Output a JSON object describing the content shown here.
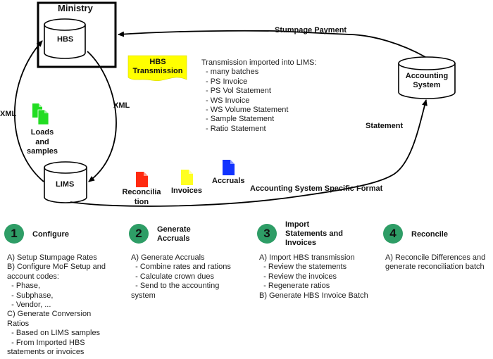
{
  "diagram": {
    "ministry_label": "Ministry",
    "nodes": {
      "hbs": "HBS",
      "lims": "LIMS",
      "accounting": [
        "Accounting",
        "System"
      ]
    },
    "hbs_transmission": [
      "HBS",
      "Transmission"
    ],
    "hbs_transmission_color": "#ffff00",
    "transmission_note": {
      "title": "Transmission imported into LIMS:",
      "items": [
        "- many batches",
        "- PS Invoice",
        "- PS Vol Statement",
        "- WS Invoice",
        "- WS Volume Statement",
        "- Sample Statement",
        "- Ratio Statement"
      ]
    },
    "edges": {
      "xml_left": "XML",
      "xml_right": "XML",
      "stumpage_payment": "Stumpage Payment",
      "statement": "Statement",
      "accounting_format": "Accounting System Specific Format"
    },
    "documents": {
      "loads": {
        "label": [
          "Loads",
          "and",
          "samples"
        ],
        "color": "#22dd22"
      },
      "reconciliation": {
        "label": [
          "Reconcilia",
          "tion"
        ],
        "color": "#ff2a10"
      },
      "invoices": {
        "label": "Invoices",
        "color": "#ffff22"
      },
      "accruals": {
        "label": "Accruals",
        "color": "#1133ff"
      }
    }
  },
  "steps": [
    {
      "number": "1",
      "title": "Configure",
      "body": "A) Setup Stumpage Rates\nB) Configure MoF Setup and\naccount codes:\n  - Phase,\n  - Subphase,\n  - Vendor, ...\nC) Generate Conversion\nRatios\n  - Based on LIMS samples\n  - From Imported HBS\nstatements or invoices"
    },
    {
      "number": "2",
      "title": "Generate\nAccruals",
      "body": "A) Generate Accruals\n  - Combine rates and rations\n  - Calculate crown dues\n  - Send to the accounting\nsystem"
    },
    {
      "number": "3",
      "title": "Import\nStatements and\nInvoices",
      "body": "A) Import HBS transmission\n  - Review the statements\n  - Review the invoices\n  - Regenerate ratios\nB) Generate HBS Invoice Batch"
    },
    {
      "number": "4",
      "title": "Reconcile",
      "body": "A) Reconcile Differences and\ngenerate reconciliation batch"
    }
  ],
  "step_color": "#2e9d66"
}
